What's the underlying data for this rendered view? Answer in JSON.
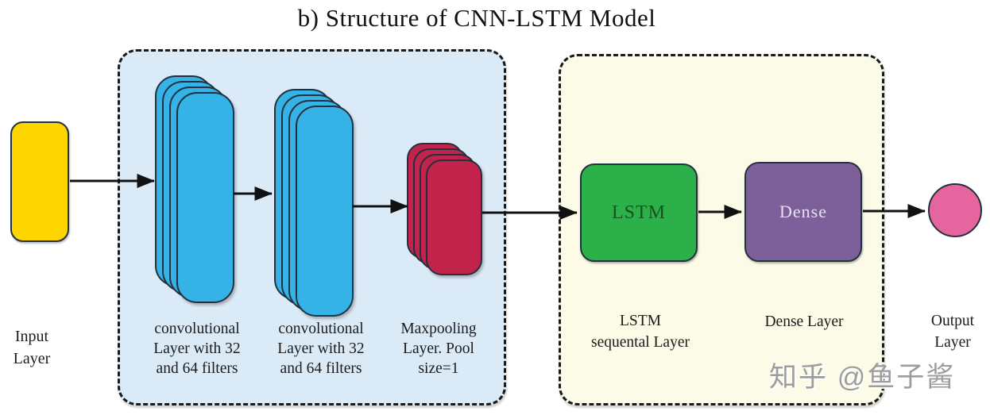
{
  "title": "b) Structure of CNN-LSTM Model",
  "watermark": "知乎 @鱼子酱",
  "colors": {
    "cnn_bg": "#dbeaf7",
    "rnn_bg": "#fbfbe7",
    "input_fill": "#ffd500",
    "conv_fill": "#35b3e6",
    "maxpool_fill": "#c2234b",
    "lstm_fill": "#2cb04a",
    "lstm_text": "#14531f",
    "dense_fill": "#7d6099",
    "dense_text": "#e9e1f2",
    "output_fill": "#e6659f",
    "outline": "#22303f",
    "arrow": "#111111",
    "border_dash": "#1a1a1a"
  },
  "diagram": {
    "input": {
      "caption": [
        "Input",
        "Layer"
      ]
    },
    "cnn_block": {
      "conv1": {
        "caption": [
          "convolutional",
          "Layer with 32",
          "and 64 filters"
        ]
      },
      "conv2": {
        "caption": [
          "convolutional",
          "Layer with 32",
          "and 64 filters"
        ]
      },
      "maxpool": {
        "caption": [
          "Maxpooling",
          "Layer. Pool",
          "size=1"
        ]
      }
    },
    "rnn_block": {
      "lstm": {
        "box_label": "LSTM",
        "caption": [
          "LSTM",
          "sequental Layer"
        ]
      },
      "dense": {
        "box_label": "Dense",
        "caption": [
          "Dense Layer"
        ]
      }
    },
    "output": {
      "caption": [
        "Output",
        "Layer"
      ]
    }
  }
}
